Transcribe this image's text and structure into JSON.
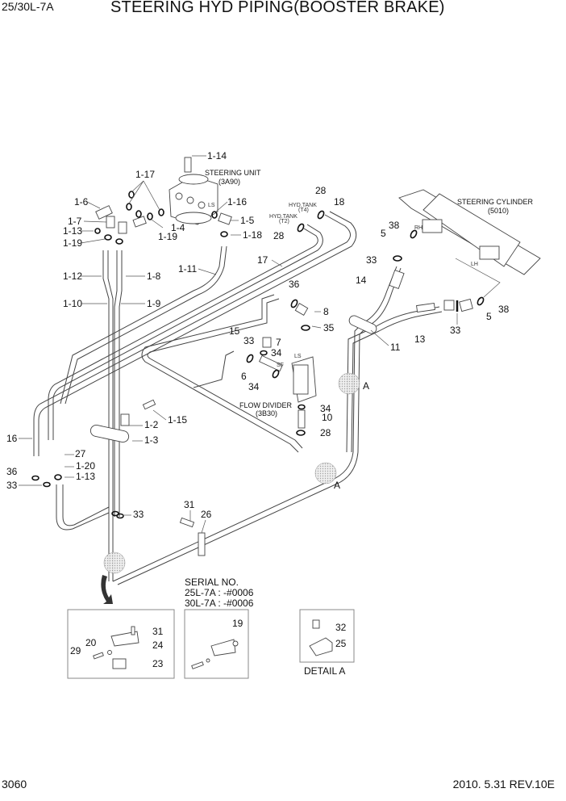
{
  "header": {
    "model": "25/30L-7A",
    "title": "STEERING HYD PIPING(BOOSTER BRAKE)"
  },
  "footer": {
    "page": "3060",
    "revision": "2010. 5.31  REV.10E"
  },
  "assemblies": {
    "steering_unit": {
      "name": "STEERING UNIT",
      "code": "(3A90)",
      "port_label": "LS"
    },
    "steering_cylinder": {
      "name": "STEERING CYLINDER",
      "code": "(5010)",
      "port_rh": "RH",
      "port_lh": "LH"
    },
    "flow_divider": {
      "name": "FLOW DIVIDER",
      "code": "(3B30)",
      "port_ls": "LS",
      "port_sf": "SF"
    },
    "hyd_tank_t4": {
      "name": "HYD.TANK",
      "code": "(T4)"
    },
    "hyd_tank_t2": {
      "name": "HYD.TANK",
      "code": "(T2)"
    }
  },
  "callouts": [
    "1-14",
    "1-17",
    "1-6",
    "1-16",
    "1-7",
    "1-4",
    "1-5",
    "1-13",
    "1-19",
    "1-19",
    "1-18",
    "1-12",
    "1-8",
    "1-11",
    "1-10",
    "1-9",
    "28",
    "18",
    "28",
    "17",
    "38",
    "5",
    "33",
    "14",
    "36",
    "8",
    "35",
    "15",
    "33",
    "7",
    "34",
    "6",
    "34",
    "11",
    "13",
    "33",
    "5",
    "38",
    "A",
    "34",
    "10",
    "28",
    "1-2",
    "1-15",
    "1-3",
    "16",
    "27",
    "1-20",
    "36",
    "1-13",
    "33",
    "A",
    "33",
    "31",
    "26",
    "31",
    "24",
    "20",
    "29",
    "23",
    "19",
    "32",
    "25"
  ],
  "serial_note": {
    "title": "SERIAL NO.",
    "lines": [
      "25L-7A : -#0006",
      "30L-7A : -#0006"
    ]
  },
  "detail_a": {
    "caption": "DETAIL A",
    "detail_marker": "A"
  }
}
